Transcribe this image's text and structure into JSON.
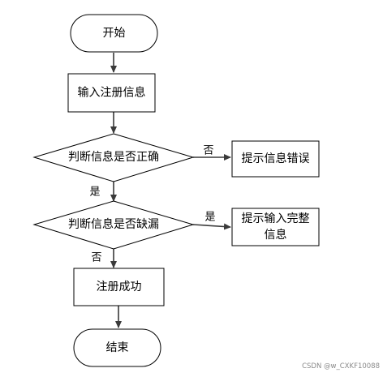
{
  "nodes": {
    "start": "开始",
    "input_registration": "输入注册信息",
    "check_correct": "判断信息是否正确",
    "prompt_error": "提示信息错误",
    "check_missing": "判断信息是否缺漏",
    "prompt_complete_line1": "提示输入完整",
    "prompt_complete_line2": "信息",
    "register_success": "注册成功",
    "end": "结束"
  },
  "edge_labels": {
    "correct_no": "否",
    "correct_yes": "是",
    "missing_yes": "是",
    "missing_no": "否"
  },
  "watermark": "CSDN @w_CXKF10088",
  "colors": {
    "line": "#3a3a3a",
    "border": "#000000",
    "watermark": "#8a8a8a"
  }
}
